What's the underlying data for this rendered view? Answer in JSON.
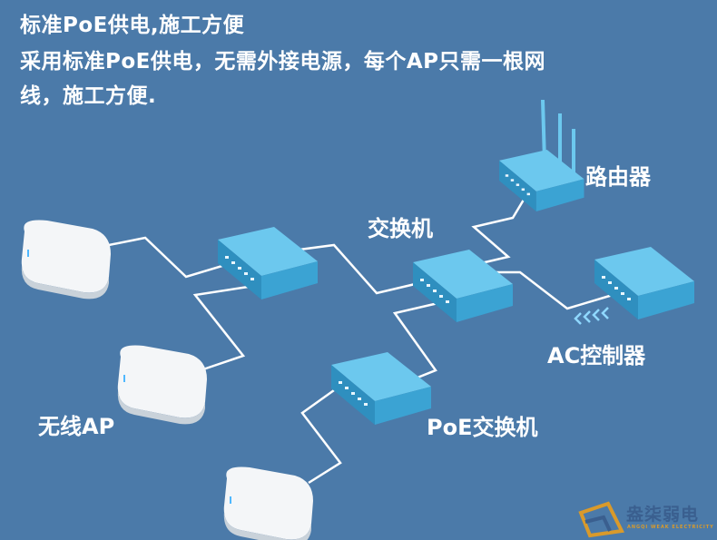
{
  "header": {
    "title": "标准PoE供电,施工方便",
    "desc_line1": "采用标准PoE供电，无需外接电源，每个AP只需一根网",
    "desc_line2": "线，施工方便."
  },
  "labels": {
    "router": "路由器",
    "switch": "交换机",
    "ac_controller": "AC控制器",
    "wireless_ap": "无线AP",
    "poe_switch": "PoE交换机"
  },
  "logo": {
    "name": "盎柒弱电",
    "subtitle": "ANGQI WEAK ELECTRICITY"
  },
  "colors": {
    "background": "#4b7aa9",
    "device_blue": "#4fb8e0",
    "accent": "#d99a2b",
    "signal": "#8fd8ff"
  }
}
